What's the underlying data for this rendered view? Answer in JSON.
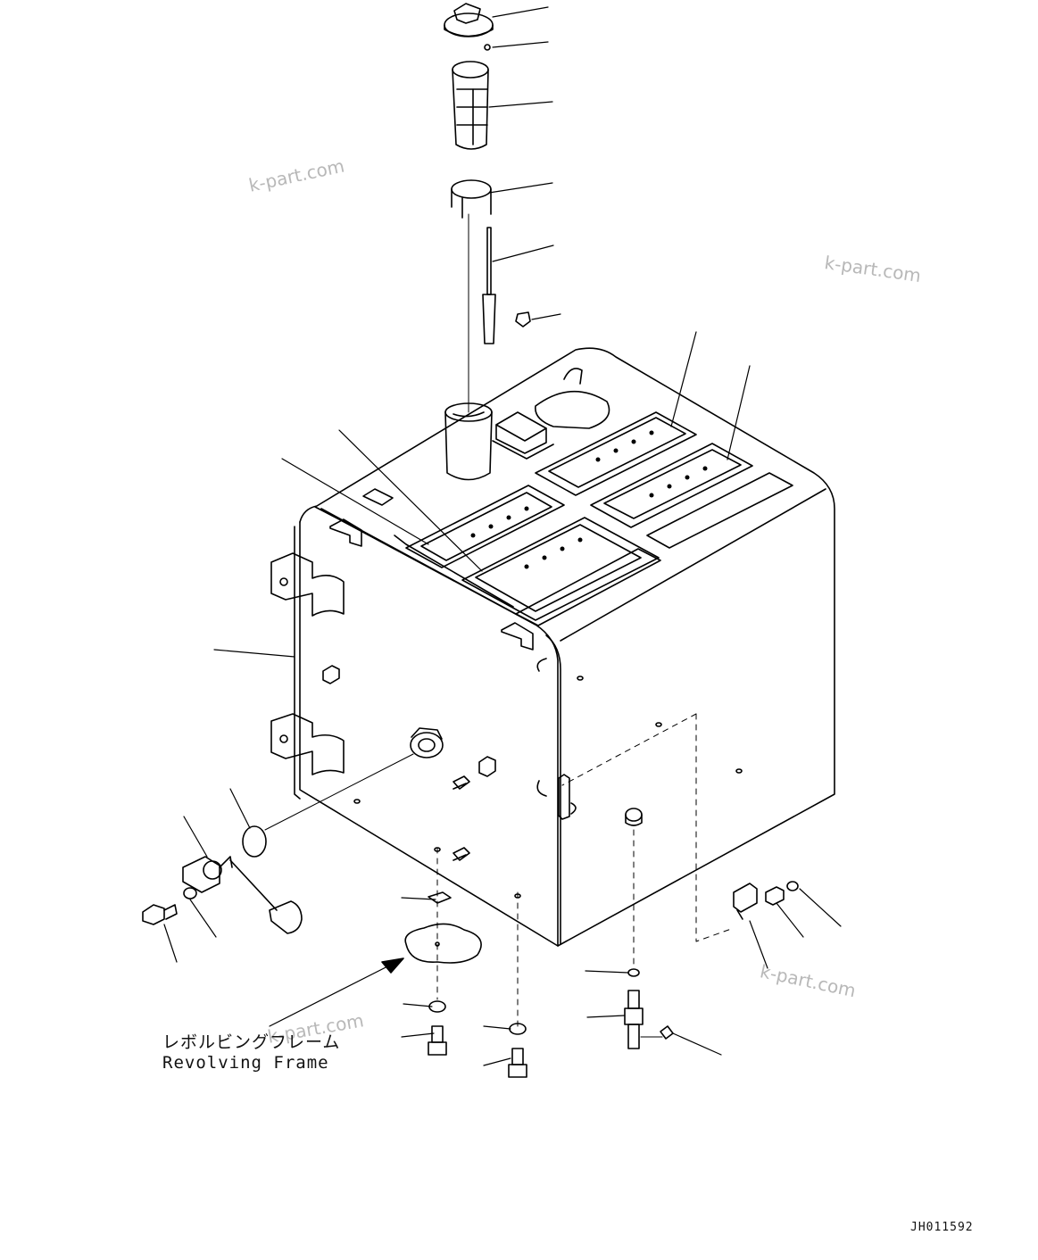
{
  "labels": {
    "revolving_frame_jp": "レボルビングフレーム",
    "revolving_frame_en": "Revolving Frame"
  },
  "drawing_code": "JH011592",
  "watermarks": [
    "k-part.com",
    "k-part.com",
    "k-part.com",
    "k-part.com"
  ]
}
